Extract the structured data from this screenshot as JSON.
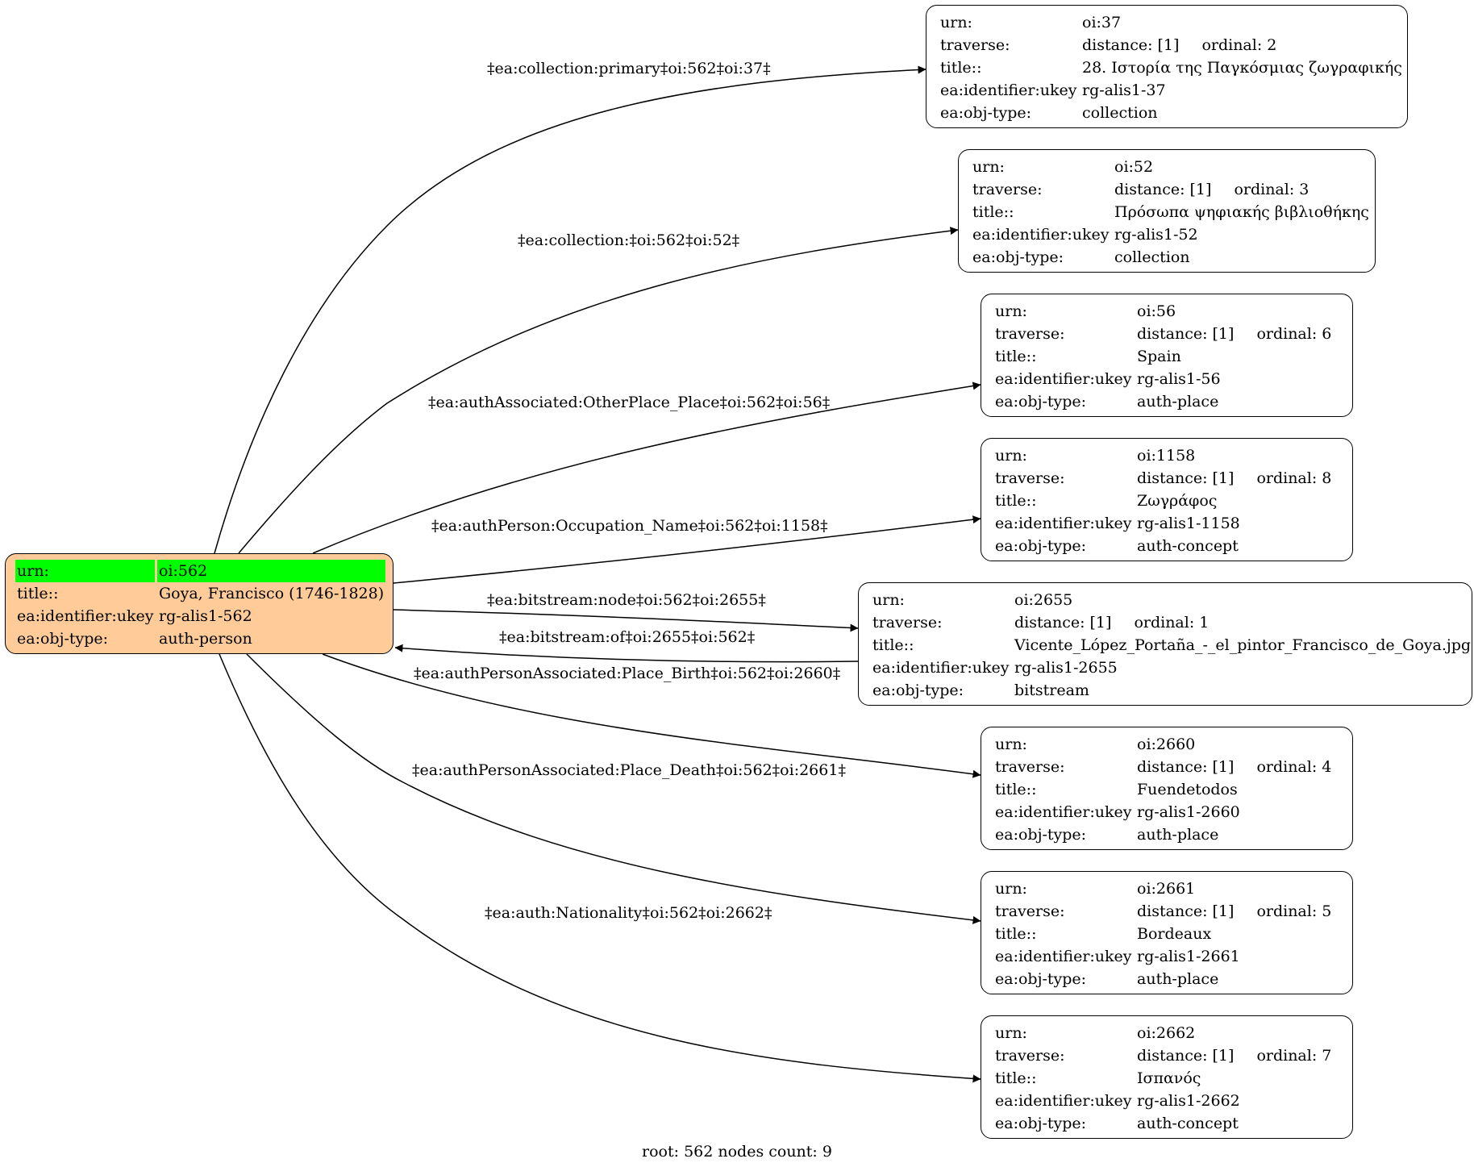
{
  "root_node": {
    "rows": [
      {
        "key": "urn:",
        "value": "oi:562"
      },
      {
        "key": "title::",
        "value": "Goya, Francisco (1746-1828)"
      },
      {
        "key": "ea:identifier:ukey",
        "value": "rg-alis1-562"
      },
      {
        "key": "ea:obj-type:",
        "value": "auth-person"
      }
    ]
  },
  "target_nodes": [
    {
      "urn": "oi:37",
      "distance": "distance: [1]",
      "ordinal": "ordinal: 2",
      "title": "28. Ιστορία της Παγκόσμιας ζωγραφικής",
      "ukey": "rg-alis1-37",
      "obj_type": "collection"
    },
    {
      "urn": "oi:52",
      "distance": "distance: [1]",
      "ordinal": "ordinal: 3",
      "title": "Πρόσωπα ψηφιακής βιβλιοθήκης",
      "ukey": "rg-alis1-52",
      "obj_type": "collection"
    },
    {
      "urn": "oi:56",
      "distance": "distance: [1]",
      "ordinal": "ordinal: 6",
      "title": "Spain",
      "ukey": "rg-alis1-56",
      "obj_type": "auth-place"
    },
    {
      "urn": "oi:1158",
      "distance": "distance: [1]",
      "ordinal": "ordinal: 8",
      "title": "Ζωγράφος",
      "ukey": "rg-alis1-1158",
      "obj_type": "auth-concept"
    },
    {
      "urn": "oi:2655",
      "distance": "distance: [1]",
      "ordinal": "ordinal: 1",
      "title": "Vicente_López_Portaña_-_el_pintor_Francisco_de_Goya.jpg",
      "ukey": "rg-alis1-2655",
      "obj_type": "bitstream"
    },
    {
      "urn": "oi:2660",
      "distance": "distance: [1]",
      "ordinal": "ordinal: 4",
      "title": "Fuendetodos",
      "ukey": "rg-alis1-2660",
      "obj_type": "auth-place"
    },
    {
      "urn": "oi:2661",
      "distance": "distance: [1]",
      "ordinal": "ordinal: 5",
      "title": "Bordeaux",
      "ukey": "rg-alis1-2661",
      "obj_type": "auth-place"
    },
    {
      "urn": "oi:2662",
      "distance": "distance: [1]",
      "ordinal": "ordinal: 7",
      "title": "Ισπανός",
      "ukey": "rg-alis1-2662",
      "obj_type": "auth-concept"
    }
  ],
  "field_labels": {
    "urn": "urn:",
    "traverse": "traverse:",
    "title": "title::",
    "ukey": "ea:identifier:ukey",
    "obj_type": "ea:obj-type:"
  },
  "edge_labels": [
    "‡ea:collection:primary‡oi:562‡oi:37‡",
    "‡ea:collection:‡oi:562‡oi:52‡",
    "‡ea:authAssociated:OtherPlace_Place‡oi:562‡oi:56‡",
    "‡ea:authPerson:Occupation_Name‡oi:562‡oi:1158‡",
    "‡ea:bitstream:node‡oi:562‡oi:2655‡",
    "‡ea:bitstream:of‡oi:2655‡oi:562‡",
    "‡ea:authPersonAssociated:Place_Birth‡oi:562‡oi:2660‡",
    "‡ea:authPersonAssociated:Place_Death‡oi:562‡oi:2661‡",
    "‡ea:auth:Nationality‡oi:562‡oi:2662‡"
  ],
  "footer": "root: 562 nodes count: 9",
  "colors": {
    "root_fill": "#ffcc99",
    "highlight": "#00ff00",
    "node_fill": "#ffffff",
    "stroke": "#000000"
  }
}
